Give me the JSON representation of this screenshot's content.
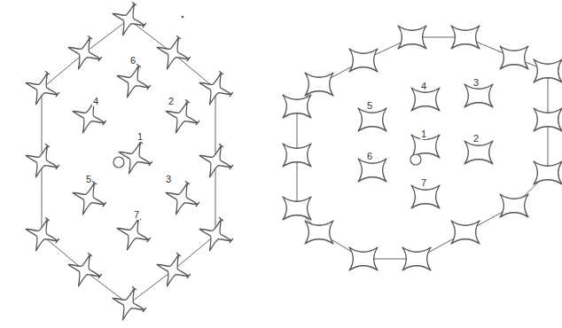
{
  "diagram": {
    "labels": [
      "6",
      "4",
      "2",
      "1",
      "5",
      "3",
      "7",
      "4",
      "3",
      "5",
      "1",
      "2",
      "6",
      "7"
    ]
  }
}
